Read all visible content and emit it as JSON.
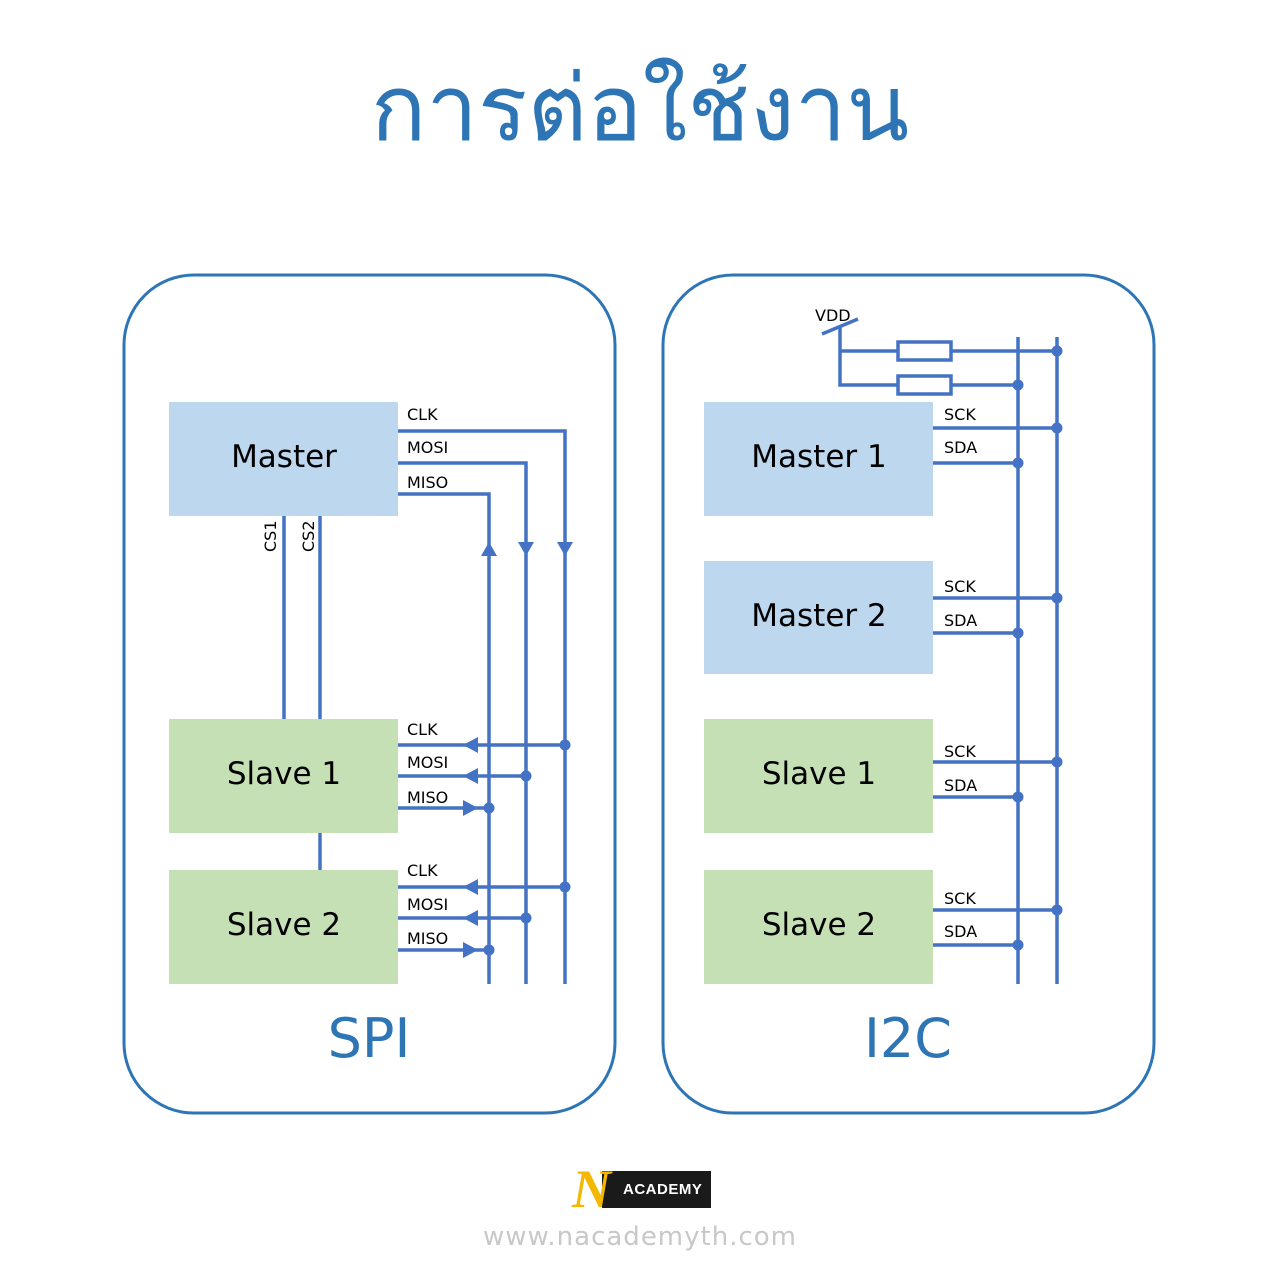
{
  "title": "การต่อใช้งาน",
  "spi": {
    "label": "SPI",
    "master": "Master",
    "slave1": "Slave 1",
    "slave2": "Slave 2",
    "master_signals": [
      "CLK",
      "MOSI",
      "MISO"
    ],
    "slave1_signals": [
      "CLK",
      "MOSI",
      "MISO"
    ],
    "slave2_signals": [
      "CLK",
      "MOSI",
      "MISO"
    ],
    "cs1": "CS1",
    "cs2": "CS2"
  },
  "i2c": {
    "label": "I2C",
    "vdd": "VDD",
    "master1": "Master 1",
    "master2": "Master 2",
    "slave1": "Slave 1",
    "slave2": "Slave 2",
    "m1_signals": [
      "SCK",
      "SDA"
    ],
    "m2_signals": [
      "SCK",
      "SDA"
    ],
    "s1_signals": [
      "SCK",
      "SDA"
    ],
    "s2_signals": [
      "SCK",
      "SDA"
    ]
  },
  "footer": {
    "url": "www.nacademyth.com",
    "logo_text": "ACADEMY",
    "logo_mark": "N"
  },
  "colors": {
    "title": "#2e75b6",
    "wire": "#4472c4",
    "master_fill": "#bdd7ee",
    "slave_fill": "#c5e0b4",
    "panel_border": "#2e75b6"
  }
}
